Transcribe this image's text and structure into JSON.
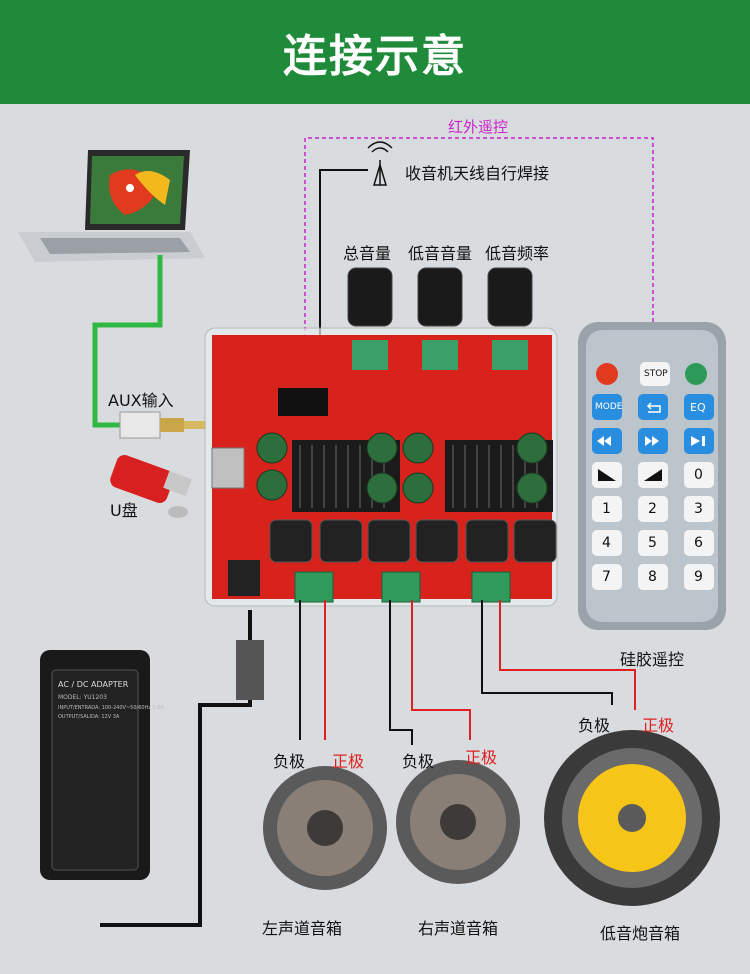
{
  "title": "连接示意",
  "labels": {
    "infrared": "红外遥控",
    "antenna": "收音机天线自行焊接",
    "master_volume": "总音量",
    "bass_volume": "低音音量",
    "bass_freq": "低音频率",
    "aux": "AUX输入",
    "usb": "U盘",
    "remote": "硅胶遥控",
    "neg1": "负极",
    "pos1": "正极",
    "neg2": "负极",
    "pos2": "正极",
    "neg3": "负极",
    "pos3": "正极",
    "left_speaker": "左声道音箱",
    "right_speaker": "右声道音箱",
    "sub_speaker": "低音炮音箱"
  },
  "adapter": {
    "title": "AC / DC ADAPTER",
    "model": "MODEL: YU1203",
    "input": "INPUT/ENTRADA: 100-240V~50/60Hz 1.0A",
    "output": "OUTPUT/SALIDA: 12V 3A"
  },
  "remote_buttons": {
    "row1": [
      "STOP"
    ],
    "row2": [
      "MODE",
      "",
      "EQ"
    ],
    "row5": [
      "1",
      "2",
      "3"
    ],
    "row6": [
      "4",
      "5",
      "6"
    ],
    "row7": [
      "7",
      "8",
      "9"
    ],
    "zero": "0"
  },
  "colors": {
    "banner": "#1f8a3a",
    "board": "#d8231c",
    "wire_green": "#2fb844",
    "wire_red": "#e02020",
    "ir_line": "#cc22cc",
    "remote_blue": "#2a8ee0"
  }
}
